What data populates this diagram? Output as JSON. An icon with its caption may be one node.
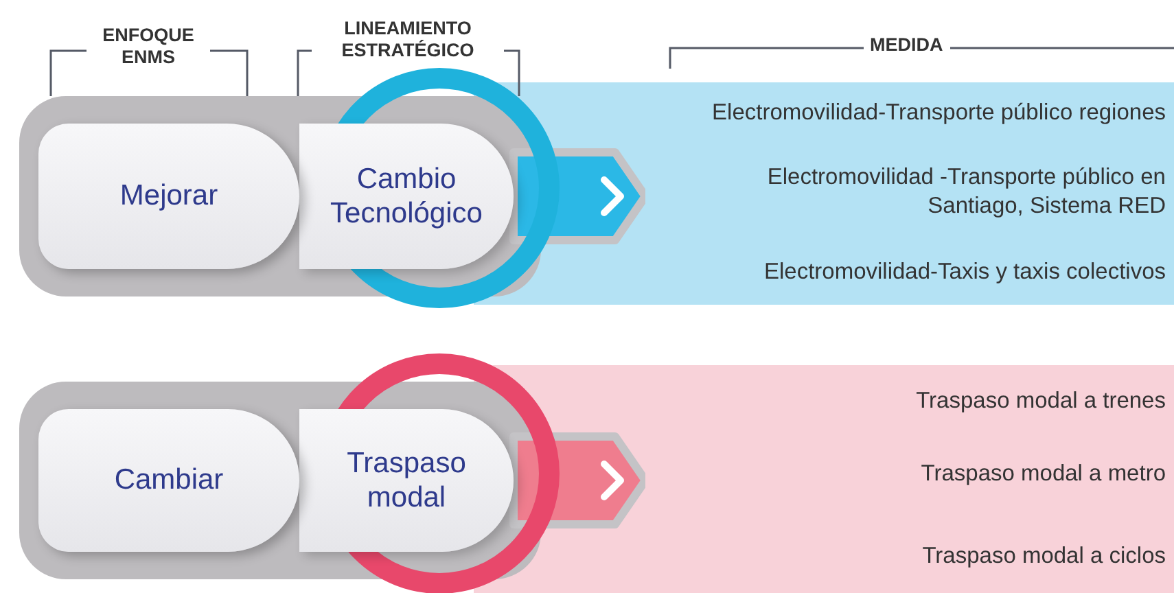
{
  "diagram": {
    "nodes": [
      {
        "text": [
          "Mejorar"
        ]
      },
      {
        "text": [
          "Cambio Tecnológico"
        ]
      },
      {
        "text": [
          "Electromovilidad-Transporte público regiones",
          "Electromovilidad -Transporte público en Santiago, Sistema RED",
          "Electromovilidad-Taxis y taxis colectivos"
        ]
      },
      {
        "text": [
          "Cambiar"
        ]
      },
      {
        "text": [
          "Traspaso modal"
        ]
      },
      {
        "text": [
          "Traspaso modal a trenes",
          "Traspaso modal a metro",
          "Traspaso modal a ciclos"
        ]
      }
    ],
    "edges": [
      {
        "from": 1,
        "to": 2,
        "arrow": "to",
        "color": "#2bb8e6"
      },
      {
        "from": 4,
        "to": 5,
        "arrow": "to",
        "color": "#ef7d8e"
      }
    ],
    "labels": [
      "ENFOQUE ENMS",
      "LINEAMIENTO ESTRATÉGICO",
      "MEDIDA"
    ]
  }
}
